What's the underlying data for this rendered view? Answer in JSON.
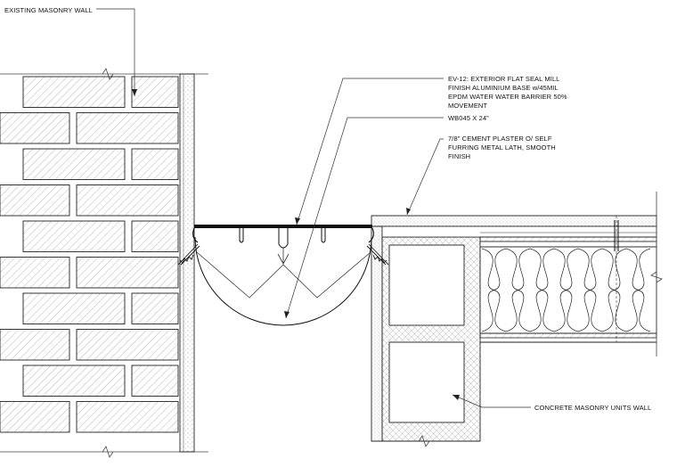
{
  "labels": {
    "existing_wall": "EXISTING MASONRY  WALL",
    "ev12_line1": "EV-12: EXTERIOR FLAT SEAL MILL",
    "ev12_line2": "FINISH ALUMINIUM BASE w/45MIL",
    "ev12_line3": "EPDM WATER WATER BARRIER 50%",
    "ev12_line4": "MOVEMENT",
    "wb045": "WB045 X 24\"",
    "plaster_line1": "7/8\" CEMENT PLASTER O/ SELF",
    "plaster_line2": "FURRING METAL LATH, SMOOTH",
    "plaster_line3": "FINISH",
    "cmu_wall": "CONCRETE MASONRY UNITS WALL"
  }
}
